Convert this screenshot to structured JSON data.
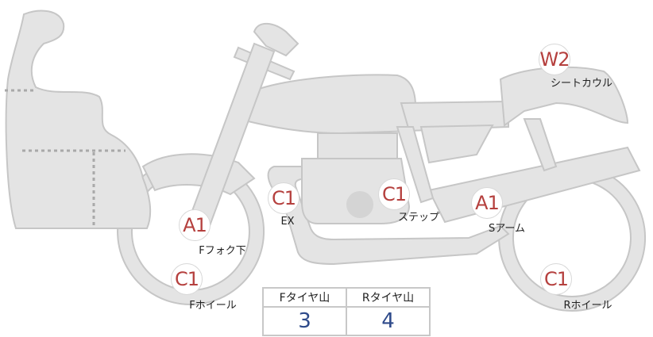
{
  "title": "バイク状態図",
  "colors": {
    "body": "#e4e4e4",
    "outline": "#c6c6c6",
    "grade_text": "#b5403e",
    "value_text": "#2e4a8a"
  },
  "markers": [
    {
      "part": "シートカウル",
      "grade": "W2"
    },
    {
      "part": "EX",
      "grade": "C1"
    },
    {
      "part": "ステップ",
      "grade": "C1"
    },
    {
      "part": "Sアーム",
      "grade": "A1"
    },
    {
      "part": "Fフォク下",
      "grade": "A1"
    },
    {
      "part": "Fホイール",
      "grade": "C1"
    },
    {
      "part": "Rホイール",
      "grade": "C1"
    }
  ],
  "tire_table": {
    "headers": [
      "Fタイヤ山",
      "Rタイヤ山"
    ],
    "values": [
      "3",
      "4"
    ]
  }
}
